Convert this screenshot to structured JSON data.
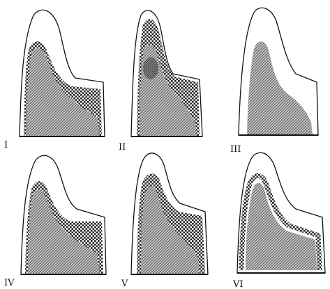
{
  "figure": {
    "panels": [
      {
        "id": "I",
        "label": "I",
        "variant": "crosshatch-with-checker-band"
      },
      {
        "id": "II",
        "label": "II",
        "variant": "crosshatch-with-checker-band"
      },
      {
        "id": "III",
        "label": "III",
        "variant": "crosshatch-only"
      },
      {
        "id": "IV",
        "label": "IV",
        "variant": "crosshatch-with-checker-band"
      },
      {
        "id": "V",
        "label": "V",
        "variant": "crosshatch-with-checker-band"
      },
      {
        "id": "VI",
        "label": "VI",
        "variant": "crosshatch-with-checker-outline"
      }
    ],
    "colors": {
      "ink": "#111111",
      "checker": "#222222",
      "hatch": "#555555",
      "paper": "#ffffff"
    }
  }
}
